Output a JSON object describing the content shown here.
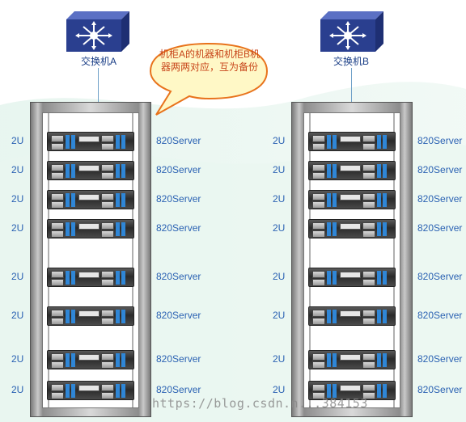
{
  "switches": [
    {
      "id": "A",
      "label": "交换机A"
    },
    {
      "id": "B",
      "label": "交换机B"
    }
  ],
  "callout": {
    "text": "机柜A的机器和机柜B机器两两对应，互为备份"
  },
  "racks": [
    {
      "id": "A",
      "units": [
        {
          "u_label": "2U",
          "server_label": "820Server"
        },
        {
          "u_label": "2U",
          "server_label": "820Server"
        },
        {
          "u_label": "2U",
          "server_label": "820Server"
        },
        {
          "u_label": "2U",
          "server_label": "820Server"
        },
        {
          "u_label": "2U",
          "server_label": "820Server"
        },
        {
          "u_label": "2U",
          "server_label": "820Server"
        },
        {
          "u_label": "2U",
          "server_label": "820Server"
        },
        {
          "u_label": "2U",
          "server_label": "820Server"
        }
      ]
    },
    {
      "id": "B",
      "units": [
        {
          "u_label": "2U",
          "server_label": "820Server"
        },
        {
          "u_label": "2U",
          "server_label": "820Server"
        },
        {
          "u_label": "2U",
          "server_label": "820Server"
        },
        {
          "u_label": "2U",
          "server_label": "820Server"
        },
        {
          "u_label": "2U",
          "server_label": "820Server"
        },
        {
          "u_label": "2U",
          "server_label": "820Server"
        },
        {
          "u_label": "2U",
          "server_label": "820Server"
        },
        {
          "u_label": "2U",
          "server_label": "820Server"
        }
      ]
    }
  ],
  "watermark": {
    "text": "https://blog.csdn.n...384153"
  },
  "colors": {
    "label_blue": "#2b62b3",
    "callout_text": "#c8461b",
    "callout_fill": "#fff8c6",
    "callout_border": "#e8731c",
    "switch_fill": "#2a3f8f"
  }
}
